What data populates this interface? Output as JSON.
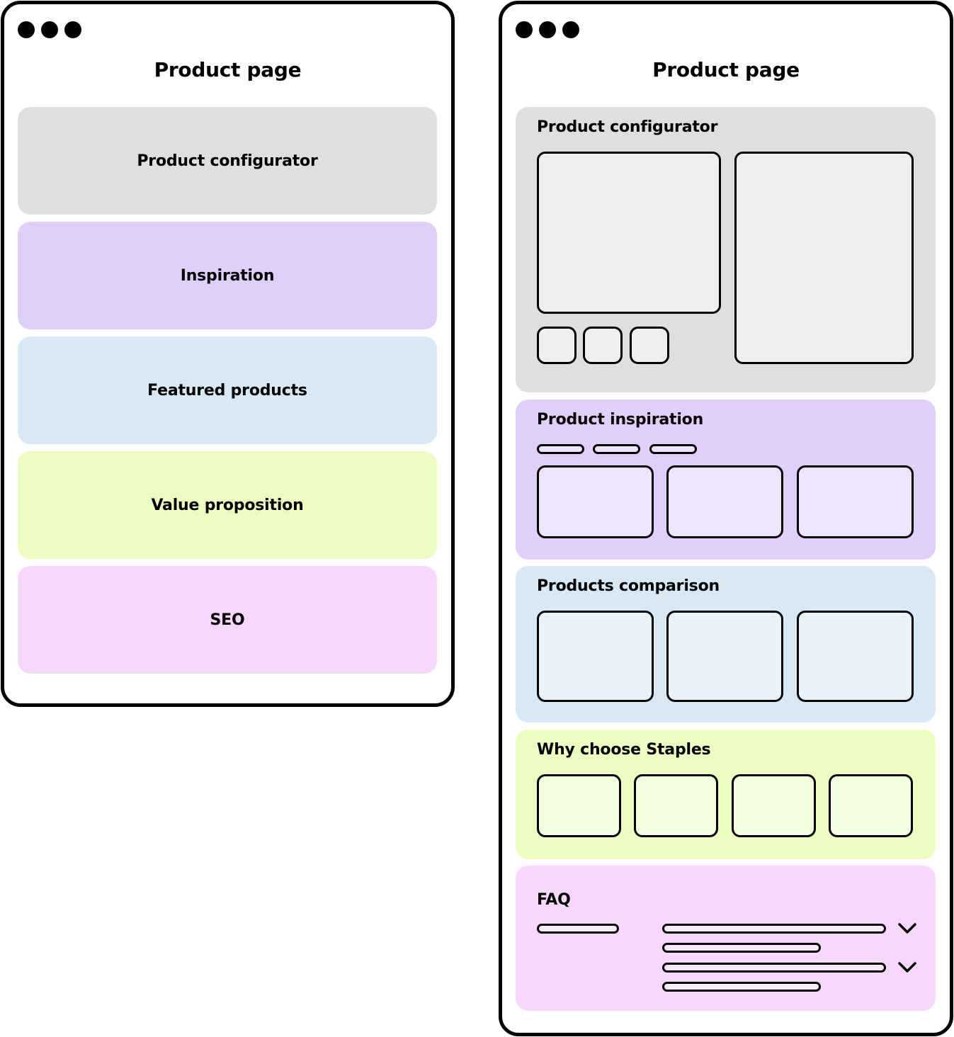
{
  "diagrams": [
    {
      "window_title": "Product page",
      "sections": [
        {
          "label": "Product configurator",
          "color": "#dfdfdf"
        },
        {
          "label": "Inspiration",
          "color": "#dfcffb"
        },
        {
          "label": "Featured products",
          "color": "#d8e9f5"
        },
        {
          "label": "Value proposition",
          "color": "#eefcc1"
        },
        {
          "label": "SEO",
          "color": "#f8d7fc"
        }
      ]
    },
    {
      "window_title": "Product page",
      "sections": [
        {
          "label": "Product configurator",
          "color": "#dfdfdf",
          "box_fill": "#efefef"
        },
        {
          "label": "Product inspiration",
          "color": "#dfcffb",
          "box_fill": "#ece5fd"
        },
        {
          "label": "Products comparison",
          "color": "#d8e9f5",
          "box_fill": "#e8f3f9"
        },
        {
          "label": "Why choose Staples",
          "color": "#eefcc1",
          "box_fill": "#f5fde0"
        },
        {
          "label": "FAQ",
          "color": "#f8d7fc",
          "box_fill": "#fbeafd"
        }
      ]
    }
  ]
}
